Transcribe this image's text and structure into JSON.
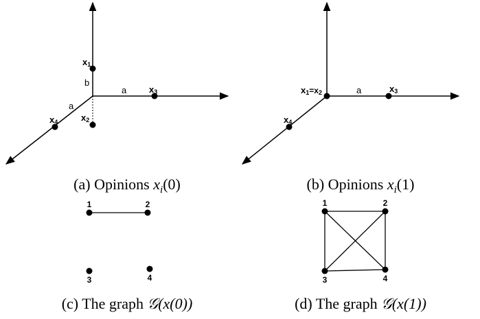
{
  "panel_a": {
    "labels": {
      "x1": "x",
      "x1_sub": "1",
      "x2": "x",
      "x2_sub": "2",
      "x3": "x",
      "x3_sub": "3",
      "x4": "x",
      "x4_sub": "4",
      "a_horizontal": "a",
      "a_diagonal": "a",
      "b_vertical": "b"
    },
    "caption": {
      "prefix": "(a) Opinions ",
      "var": "x",
      "sub": "i",
      "suffix": "(0)"
    }
  },
  "panel_b": {
    "labels": {
      "x12": "x",
      "x12_sub1": "1",
      "x12_eq": "=x",
      "x12_sub2": "2",
      "x3": "x",
      "x3_sub": "3",
      "x4": "x",
      "x4_sub": "4",
      "a_horizontal": "a"
    },
    "caption": {
      "prefix": "(b) Opinions ",
      "var": "x",
      "sub": "i",
      "suffix": "(1)"
    }
  },
  "panel_c": {
    "nodes": [
      "1",
      "2",
      "3",
      "4"
    ],
    "edges": [
      [
        "1",
        "2"
      ]
    ],
    "caption": {
      "prefix": "(c) The graph ",
      "graph": "𝒢",
      "arg": "(x(0))"
    }
  },
  "panel_d": {
    "nodes": [
      "1",
      "2",
      "3",
      "4"
    ],
    "edges": [
      [
        "1",
        "2"
      ],
      [
        "1",
        "3"
      ],
      [
        "1",
        "4"
      ],
      [
        "2",
        "3"
      ],
      [
        "2",
        "4"
      ],
      [
        "3",
        "4"
      ]
    ],
    "caption": {
      "prefix": "(d) The graph ",
      "graph": "𝒢",
      "arg": "(x(1))"
    }
  },
  "colors": {
    "ink": "#000000",
    "background": "#ffffff"
  }
}
